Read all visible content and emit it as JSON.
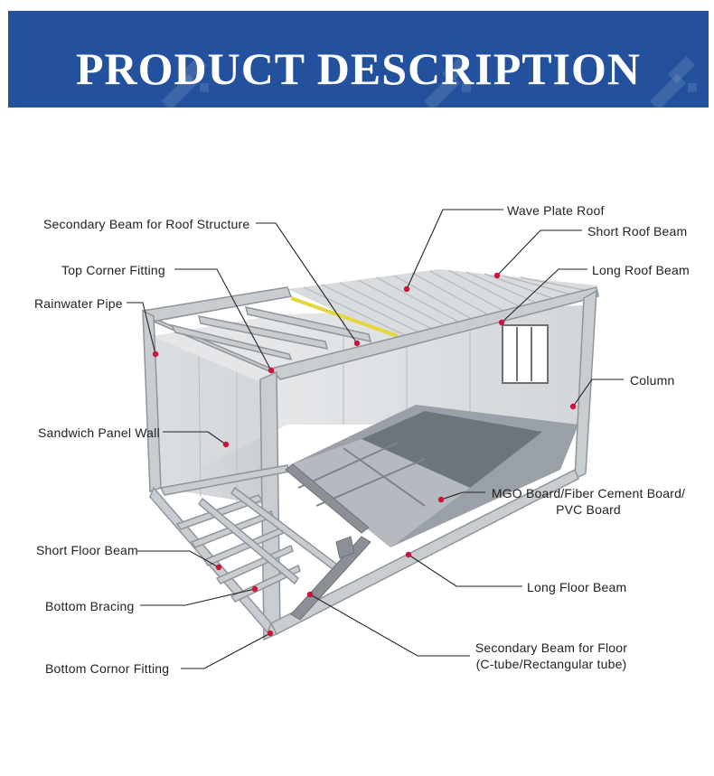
{
  "header": {
    "title": "PRODUCT DESCRIPTION"
  },
  "colors": {
    "banner": "#23519d",
    "marker": "#d0123a",
    "leader": "#222222",
    "frame": "#c8cdd2"
  },
  "diagram_subject": "container-house-3d-cutaway",
  "labels": {
    "wave_plate_roof": "Wave Plate Roof",
    "secondary_roof_beam": "Secondary Beam for Roof Structure",
    "short_roof_beam": "Short Roof Beam",
    "top_corner_fitting": "Top Corner Fitting",
    "long_roof_beam": "Long Roof Beam",
    "rainwater_pipe": "Rainwater Pipe",
    "column": "Column",
    "sandwich_panel_wall": "Sandwich Panel Wall",
    "floor_board_line1": "MGO Board/Fiber Cement Board/",
    "floor_board_line2": "PVC Board",
    "short_floor_beam": "Short Floor Beam",
    "long_floor_beam": "Long Floor Beam",
    "bottom_bracing": "Bottom Bracing",
    "secondary_floor_beam_line1": "Secondary Beam for Floor",
    "secondary_floor_beam_line2": "(C-tube/Rectangular tube)",
    "bottom_corner_fitting": "Bottom Cornor Fitting"
  }
}
